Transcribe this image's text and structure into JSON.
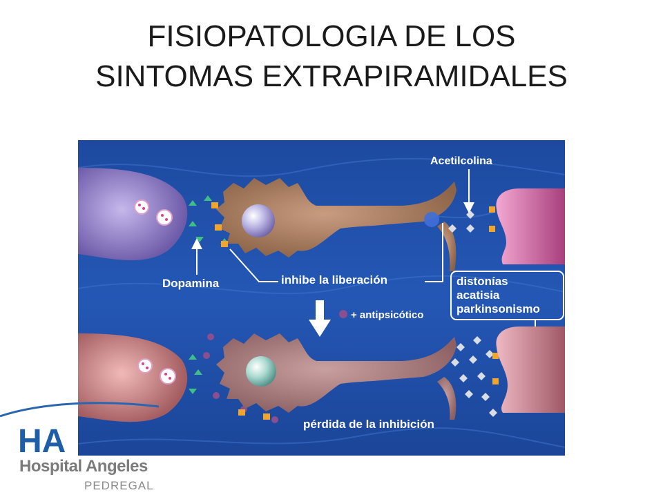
{
  "slide": {
    "title_line1": "FISIOPATOLOGIA DE LOS",
    "title_line2": "SINTOMAS EXTRAPIRAMIDALES"
  },
  "diagram": {
    "label_acetilcolina": "Acetilcolina",
    "label_dopamina": "Dopamina",
    "label_inhibe": "inhibe la liberación",
    "label_antipsicotico": "+ antipsicótico",
    "symptoms": [
      "distonías",
      "acatisia",
      "parkinsonismo"
    ],
    "label_perdida": "pérdida de la inhibición",
    "colors": {
      "background": "#1f4fa8",
      "dopamine_terminal_top": "#8a78c2",
      "dopamine_terminal_bottom": "#c77f80",
      "neuron_body": "#a87f62",
      "target_cell": "#d16aa6",
      "antipsychotic_dot": "#8a4f8f",
      "receptor": "#f2a52c"
    }
  },
  "logo": {
    "mark": "HA",
    "name": "Hospital Angeles",
    "sub": "PEDREGAL"
  }
}
